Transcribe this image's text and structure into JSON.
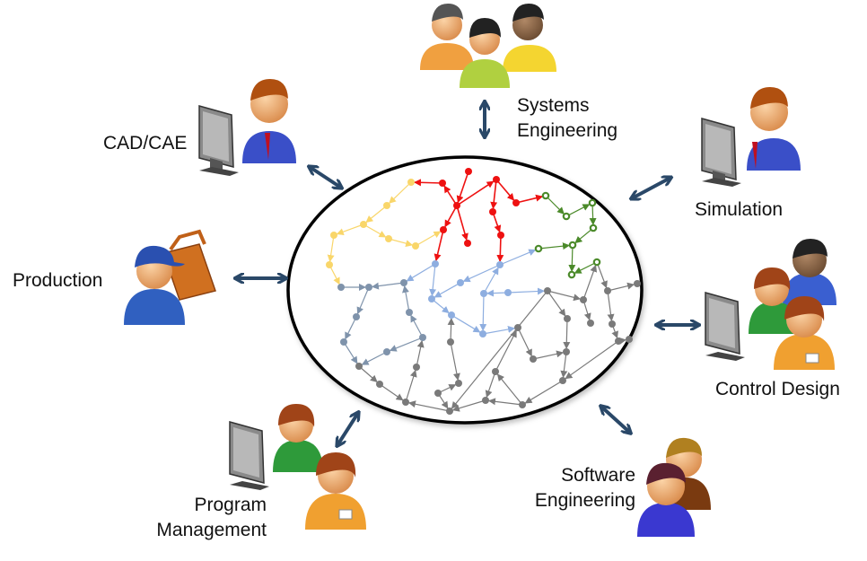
{
  "diagram": {
    "title": "Collaborative product development network",
    "hub": {
      "type": "dependency-graph",
      "border_color": "#000000"
    },
    "arrow_color": "#2a4868",
    "groups": [
      {
        "id": "systems",
        "label": "Systems\nEngineering",
        "icon": "team-of-three-icon"
      },
      {
        "id": "cad",
        "label": "CAD/CAE",
        "icon": "person-at-computer-icon"
      },
      {
        "id": "simulation",
        "label": "Simulation",
        "icon": "person-at-computer-icon"
      },
      {
        "id": "production",
        "label": "Production",
        "icon": "worker-with-toolbox-icon"
      },
      {
        "id": "control",
        "label": "Control Design",
        "icon": "team-at-computer-icon"
      },
      {
        "id": "program",
        "label": "Program\nManagement",
        "icon": "manager-with-computer-icon"
      },
      {
        "id": "software",
        "label": "Software\nEngineering",
        "icon": "two-developers-icon"
      }
    ],
    "node_colors": {
      "yellow": "#f9d66a",
      "red": "#ee1111",
      "green": "#4b8a2a",
      "blue": "#8eaee0",
      "slate": "#7f93ab",
      "gray": "#7a7a7a"
    }
  }
}
